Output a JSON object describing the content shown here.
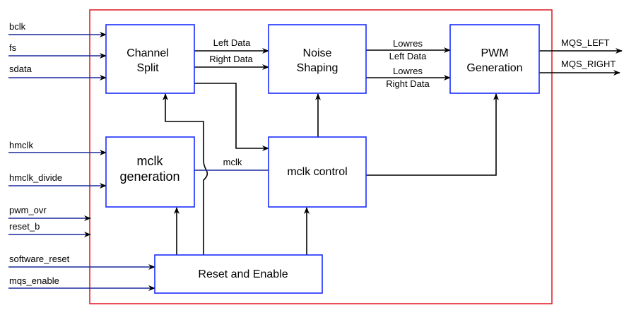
{
  "blocks": {
    "channel_split": [
      "Channel",
      "Split"
    ],
    "noise_shaping": [
      "Noise",
      "Shaping"
    ],
    "pwm_generation": [
      "PWM",
      "Generation"
    ],
    "mclk_generation": [
      "mclk",
      "generation"
    ],
    "mclk_control": "mclk control",
    "reset_enable": "Reset and Enable"
  },
  "inputs": [
    "bclk",
    "fs",
    "sdata",
    "hmclk",
    "hmclk_divide",
    "pwm_ovr",
    "reset_b",
    "software_reset",
    "mqs_enable"
  ],
  "outputs": [
    "MQS_LEFT",
    "MQS_RIGHT"
  ],
  "signals": {
    "left_data": "Left Data",
    "right_data": "Right Data",
    "lowres_left": [
      "Lowres",
      "Left Data"
    ],
    "lowres_right": [
      "Lowres",
      "Right Data"
    ],
    "mclk": "mclk"
  },
  "colors": {
    "boundary": "#e0141e",
    "block_border": "#1a2cff",
    "input_line": "#1a2a9a"
  }
}
